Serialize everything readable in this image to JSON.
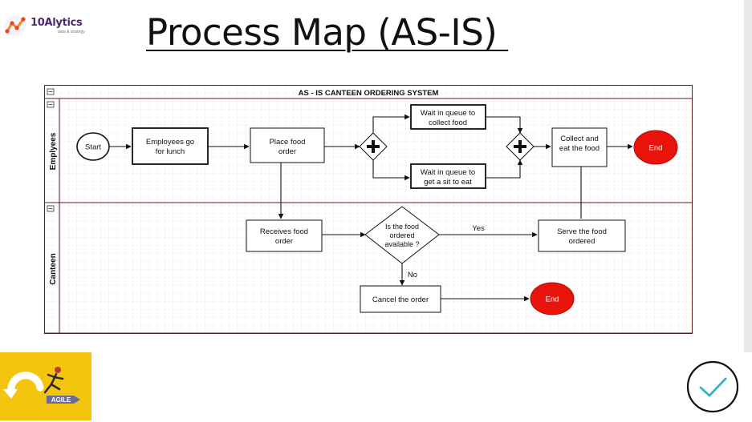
{
  "logo": {
    "name": "10Alytics",
    "tagline": "data & strategy"
  },
  "slide": {
    "title": "Process Map (AS-IS) "
  },
  "diagram": {
    "pool_title": "AS - IS CANTEEN ORDERING SYSTEM",
    "lanes": [
      "Emplyees",
      "Canteen"
    ],
    "start_label": "Start",
    "employees_go_line1": "Employees go",
    "employees_go_line2": "for lunch",
    "place_order_line1": "Place food",
    "place_order_line2": "order",
    "wait_collect_line1": "Wait in queue to",
    "wait_collect_line2": "collect food",
    "wait_sit_line1": "Wait in queue to",
    "wait_sit_line2": "get a sit to eat",
    "collect_eat_line1": "Collect and",
    "collect_eat_line2": "eat the food",
    "end_label_top": "End",
    "receives_line1": "Receives food",
    "receives_line2": "order",
    "decision_line1": "Is the food",
    "decision_line2": "ordered",
    "decision_line3": "available ?",
    "yes_label": "Yes",
    "no_label": "No",
    "serve_line1": "Serve the food",
    "serve_line2": "ordered",
    "cancel_label": "Cancel the order",
    "end_label_bottom": "End"
  },
  "agile": {
    "label": "AGILE"
  },
  "colors": {
    "end_fill": "#e8140c",
    "lane_border": "#5a1a1a",
    "agile_bg": "#f3c50e",
    "check": "#36b3c3"
  }
}
